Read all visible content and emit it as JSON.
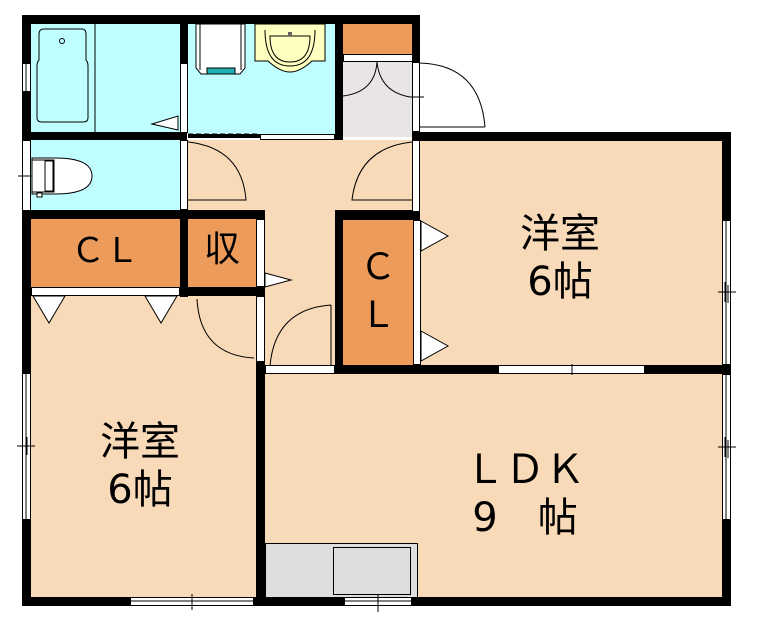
{
  "floorplan": {
    "rooms": [
      {
        "id": "western-room-1",
        "label_line1": "洋室",
        "label_line2": "6帖",
        "type": "bedroom"
      },
      {
        "id": "western-room-2",
        "label_line1": "洋室",
        "label_line2": "6帖",
        "type": "bedroom"
      },
      {
        "id": "ldk",
        "label_line1": "ＬＤＫ",
        "label_line2": "9　帖",
        "type": "living-dining-kitchen"
      },
      {
        "id": "closet-left",
        "label": "ＣＬ",
        "type": "closet"
      },
      {
        "id": "closet-right",
        "label_line1": "Ｃ",
        "label_line2": "Ｌ",
        "type": "closet"
      },
      {
        "id": "storage",
        "label": "収",
        "type": "storage"
      },
      {
        "id": "bathroom",
        "label": "",
        "type": "bath"
      },
      {
        "id": "washroom",
        "label": "",
        "type": "washroom"
      },
      {
        "id": "toilet",
        "label": "",
        "type": "toilet"
      },
      {
        "id": "entrance",
        "label": "",
        "type": "entrance"
      },
      {
        "id": "hallway",
        "label": "",
        "type": "hallway"
      }
    ],
    "colors": {
      "wood_floor": "#f8d9b8",
      "wet_area": "#bfffff",
      "closet": "#ec9b5b",
      "entrance_floor": "#e9e5e4",
      "kitchen_counter": "#dedede",
      "sink_yellow": "#ffffc0",
      "washer_teal": "#20b2b2",
      "wall": "#000000"
    }
  }
}
